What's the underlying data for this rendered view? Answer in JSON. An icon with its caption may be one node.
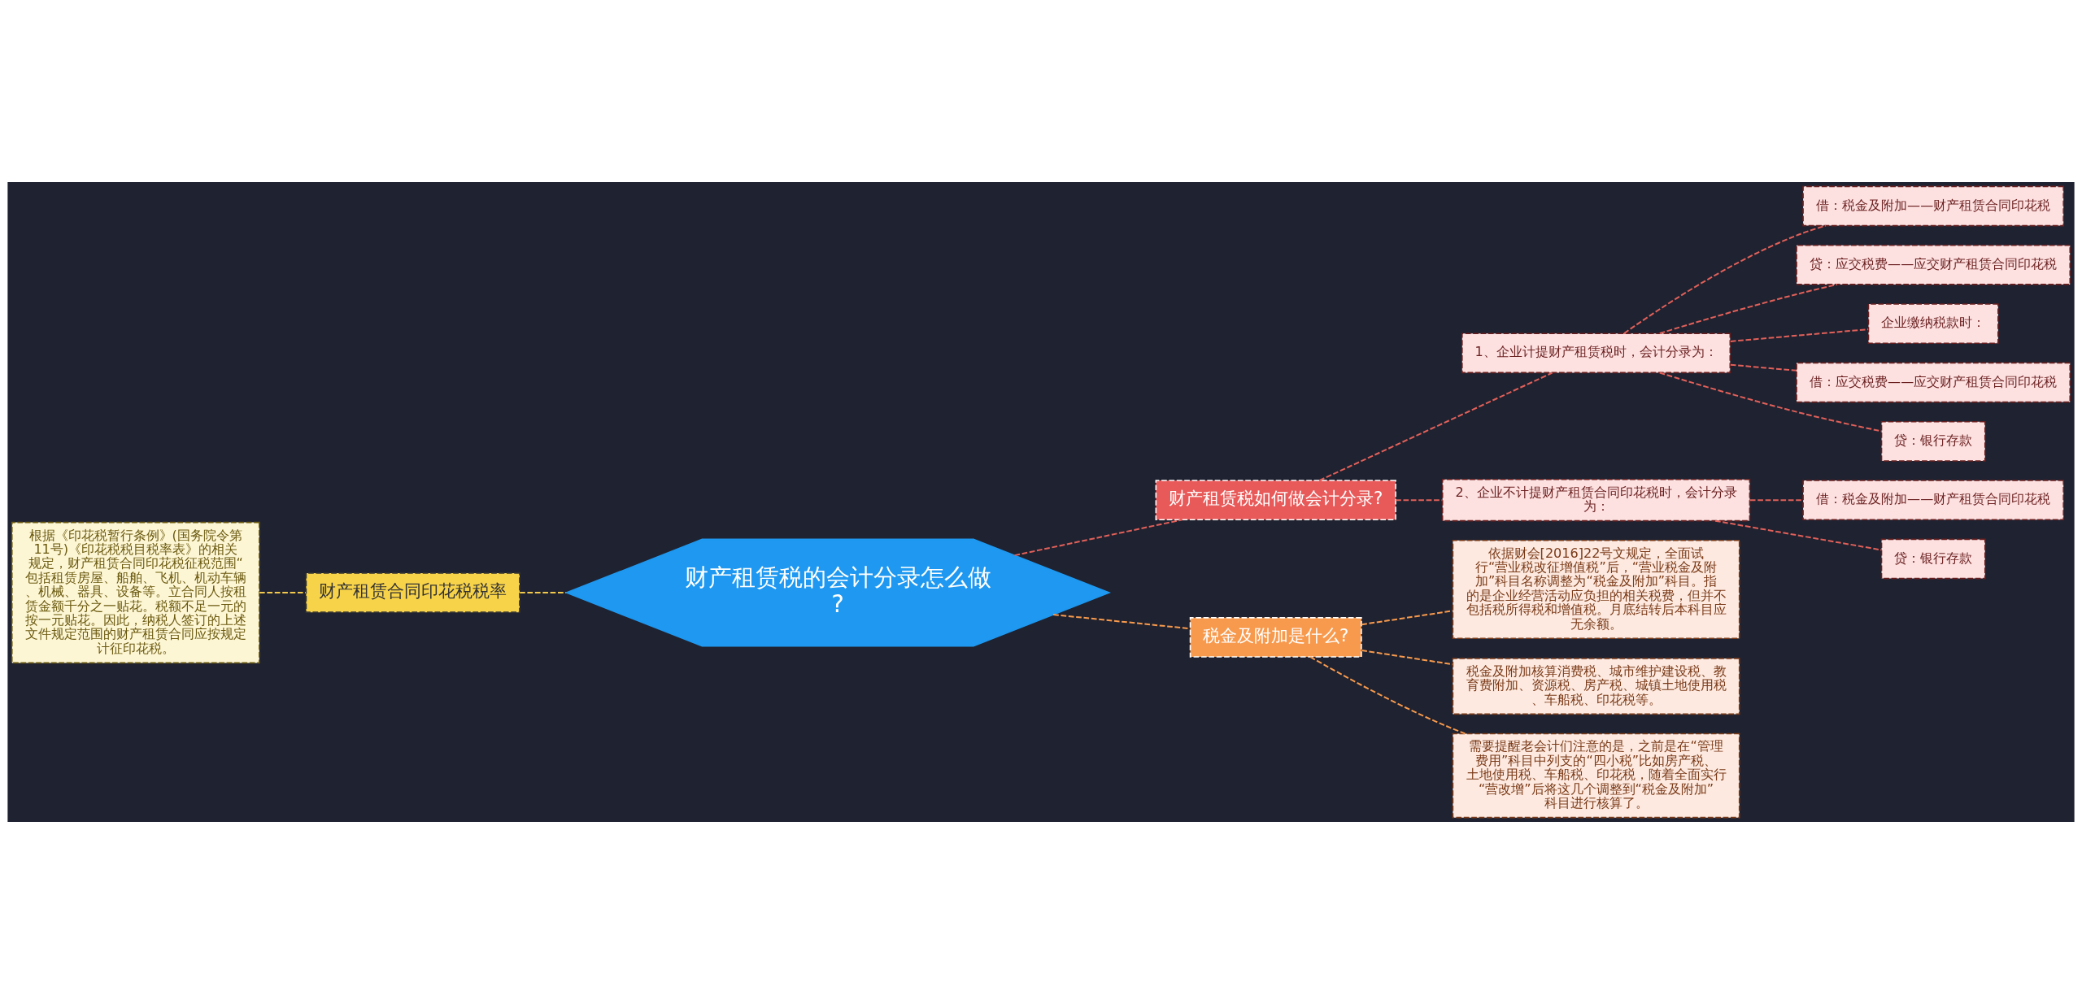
{
  "diagram": {
    "nodes": [
      {
        "text": [
          "财产租赁税的会计分录怎么做?"
        ]
      },
      {
        "text": [
          "财产租赁合同印花税税率"
        ]
      },
      {
        "text": [
          "根据《印花税暂行条例》(国务院令第11号)《印花税税目税率表》的相关规定，财产租赁合同印花税征税范围“包括租赁房屋、船舶、飞机、机动车辆、机械、器具、设备等。立合同人按租赁金额千分之一贴花。税额不足一元的按一元贴花。因此，纳税人签订的上述文件规定范围的财产租赁合同应按规定计征印花税。"
        ]
      },
      {
        "text": [
          "财产租赁税如何做会计分录?"
        ]
      },
      {
        "text": [
          "1、企业计提财产租赁税时，会计分录为："
        ]
      },
      {
        "text": [
          "借：税金及附加——财产租赁合同印花税"
        ]
      },
      {
        "text": [
          "贷：应交税费——应交财产租赁合同印花税"
        ]
      },
      {
        "text": [
          "企业缴纳税款时："
        ]
      },
      {
        "text": [
          "借：应交税费——应交财产租赁合同印花税"
        ]
      },
      {
        "text": [
          "贷：银行存款"
        ]
      },
      {
        "text": [
          "2、企业不计提财产租赁合同印花税时，会计分录为："
        ]
      },
      {
        "text": [
          "借：税金及附加——财产租赁合同印花税"
        ]
      },
      {
        "text": [
          "贷：银行存款"
        ]
      },
      {
        "text": [
          "税金及附加是什么?"
        ]
      },
      {
        "text": [
          "依据财会[2016]22号文规定，全面试行“营业税改征增值税”后，“营业税金及附加”科目名称调整为“税金及附加”科目。指的是企业经营活动应负担的相关税费，但并不包括税所得税和增值税。月底结转后本科目应无余额。"
        ]
      },
      {
        "text": [
          "税金及附加核算消费税、城市维护建设税、教育费附加、资源税、房产税、城镇土地使用税、车船税、印花税等。"
        ]
      },
      {
        "text": [
          "需要提醒老会计们注意的是，之前是在“管理费用”科目中列支的“四小税”比如房产税、土地使用税、车船税、印花税，随着全面实行“营改增”后将这几个调整到“税金及附加”科目进行核算了。"
        ]
      }
    ],
    "edges": [
      {
        "from": 0,
        "to": 1,
        "arrow": "none",
        "style": "dashed",
        "color": "#f2c94c"
      },
      {
        "from": 1,
        "to": 2,
        "arrow": "none",
        "style": "dashed",
        "color": "#f2c94c"
      },
      {
        "from": 0,
        "to": 3,
        "arrow": "none",
        "style": "dashed",
        "color": "#e0605a"
      },
      {
        "from": 3,
        "to": 4,
        "arrow": "none",
        "style": "dashed",
        "color": "#e0605a"
      },
      {
        "from": 4,
        "to": 5,
        "arrow": "none",
        "style": "dashed",
        "color": "#e0605a"
      },
      {
        "from": 4,
        "to": 6,
        "arrow": "none",
        "style": "dashed",
        "color": "#e0605a"
      },
      {
        "from": 4,
        "to": 7,
        "arrow": "none",
        "style": "dashed",
        "color": "#e0605a"
      },
      {
        "from": 4,
        "to": 8,
        "arrow": "none",
        "style": "dashed",
        "color": "#e0605a"
      },
      {
        "from": 4,
        "to": 9,
        "arrow": "none",
        "style": "dashed",
        "color": "#e0605a"
      },
      {
        "from": 3,
        "to": 10,
        "arrow": "none",
        "style": "dashed",
        "color": "#e0605a"
      },
      {
        "from": 10,
        "to": 11,
        "arrow": "none",
        "style": "dashed",
        "color": "#e0605a"
      },
      {
        "from": 10,
        "to": 12,
        "arrow": "none",
        "style": "dashed",
        "color": "#e0605a"
      },
      {
        "from": 0,
        "to": 13,
        "arrow": "none",
        "style": "dashed",
        "color": "#f79a4e"
      },
      {
        "from": 13,
        "to": 14,
        "arrow": "none",
        "style": "dashed",
        "color": "#f79a4e"
      },
      {
        "from": 13,
        "to": 15,
        "arrow": "none",
        "style": "dashed",
        "color": "#f79a4e"
      },
      {
        "from": 13,
        "to": 16,
        "arrow": "none",
        "style": "dashed",
        "color": "#f79a4e"
      }
    ]
  }
}
